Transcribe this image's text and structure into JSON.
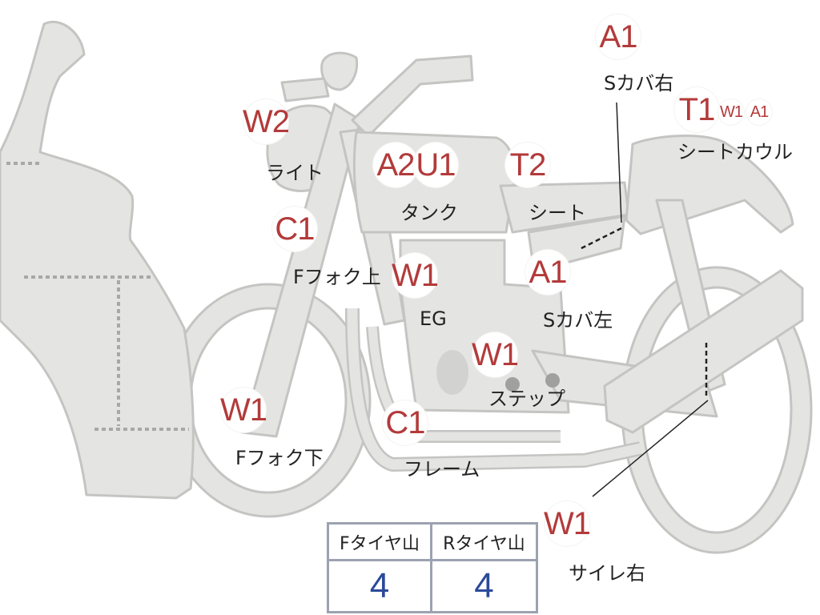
{
  "colors": {
    "part_fill": "#e4e4e2",
    "part_stroke": "#c4c4c2",
    "code_text": "#b33a3a",
    "value_text": "#2a4a9a",
    "table_border": "#9ca2b0"
  },
  "markers": {
    "s_cover_right": {
      "codes": [
        "A1"
      ],
      "label": "Sカバ右"
    },
    "seat_cowl": {
      "codes": [
        "T1",
        "W1",
        "A1"
      ],
      "label": "シートカウル"
    },
    "light": {
      "codes": [
        "W2"
      ],
      "label": "ライト"
    },
    "tank": {
      "codes": [
        "A2",
        "U1"
      ],
      "label": "タンク"
    },
    "seat": {
      "codes": [
        "T2"
      ],
      "label": "シート"
    },
    "fork_upper": {
      "codes": [
        "C1"
      ],
      "label": "Fフォク上"
    },
    "engine": {
      "codes": [
        "W1"
      ],
      "label": "EG"
    },
    "s_cover_left": {
      "codes": [
        "A1"
      ],
      "label": "Sカバ左"
    },
    "step": {
      "codes": [
        "W1"
      ],
      "label": "ステップ"
    },
    "fork_lower": {
      "codes": [
        "W1"
      ],
      "label": "Fフォク下"
    },
    "frame": {
      "codes": [
        "C1"
      ],
      "label": "フレーム"
    },
    "muffler_right": {
      "codes": [
        "W1"
      ],
      "label": "サイレ右"
    }
  },
  "tire_table": {
    "front_header": "Fタイヤ山",
    "rear_header": "Rタイヤ山",
    "front_value": "4",
    "rear_value": "4"
  }
}
